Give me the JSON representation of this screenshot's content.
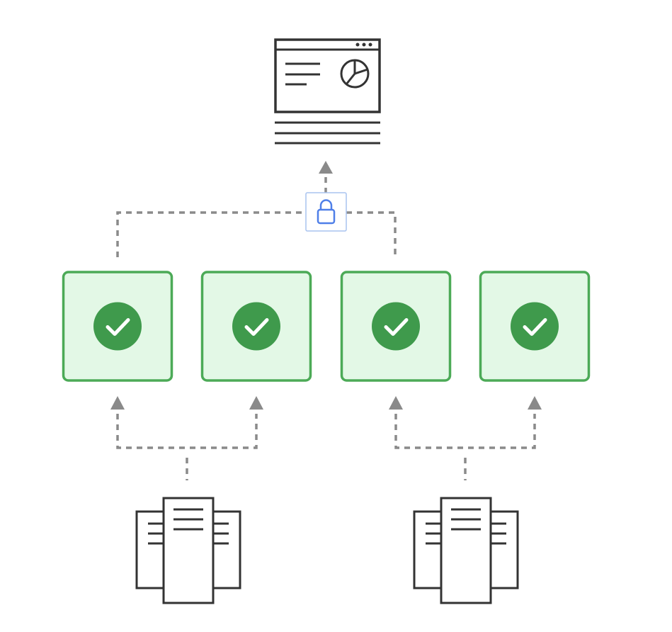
{
  "diagram": {
    "top_node": {
      "icon": "dashboard-report-icon",
      "type": "report"
    },
    "secure_connection": {
      "icon": "lock-icon",
      "status": "locked"
    },
    "check_nodes": [
      {
        "icon": "check-circle-icon",
        "status": "verified"
      },
      {
        "icon": "check-circle-icon",
        "status": "verified"
      },
      {
        "icon": "check-circle-icon",
        "status": "verified"
      },
      {
        "icon": "check-circle-icon",
        "status": "verified"
      }
    ],
    "source_groups": [
      {
        "icon": "documents-stack-icon",
        "feeds": [
          1,
          2
        ]
      },
      {
        "icon": "documents-stack-icon",
        "feeds": [
          3,
          4
        ]
      }
    ]
  },
  "colors": {
    "outline": "#333333",
    "connector": "#8a8a8a",
    "check_fill": "#e3f8e6",
    "check_border": "#4caa57",
    "check_circle": "#3f9a4c",
    "lock_border": "#a9c3ef",
    "lock_icon": "#4f7fe8"
  }
}
